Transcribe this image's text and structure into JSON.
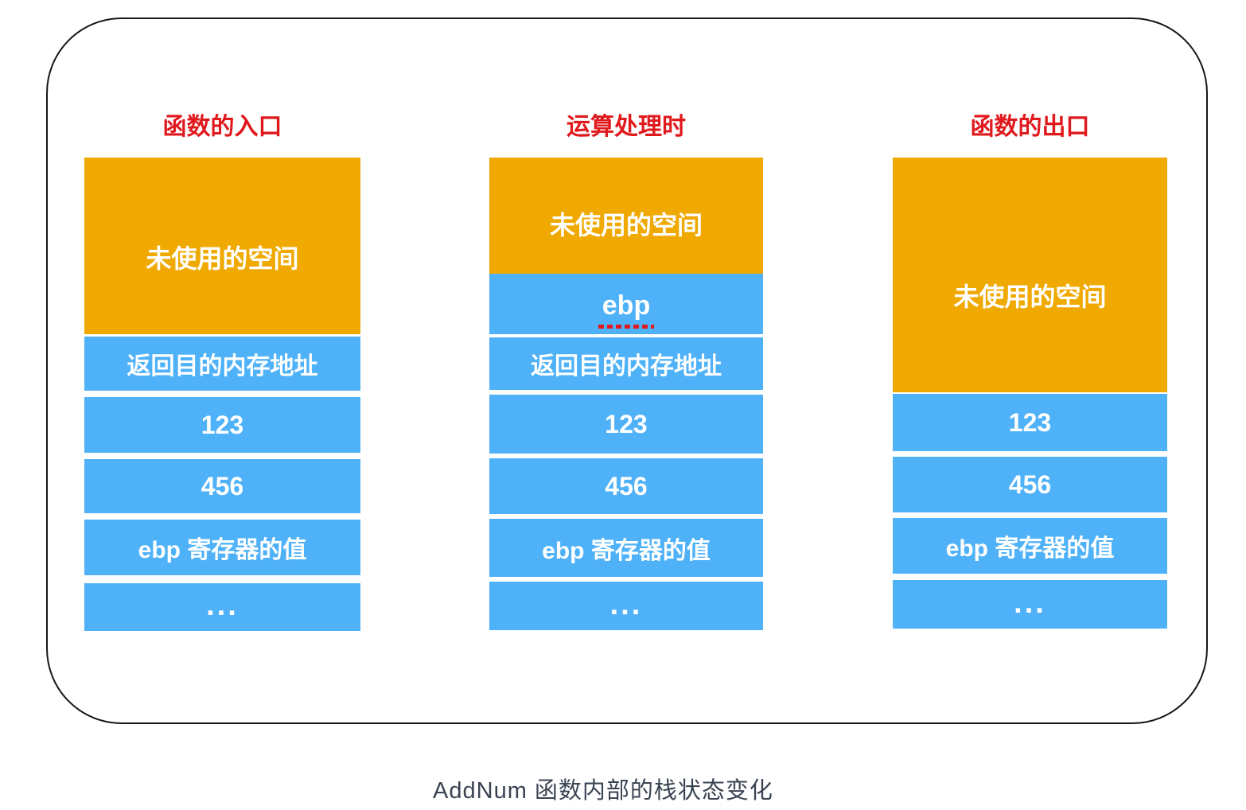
{
  "caption": "AddNum 函数内部的栈状态变化",
  "colors": {
    "orange": "#f0a900",
    "blue": "#4fb2f8",
    "red": "#e0191d",
    "caption": "#3a4453"
  },
  "columns": [
    {
      "title": "函数的入口",
      "cells": [
        {
          "label": "未使用的空间"
        },
        {
          "label": "返回目的内存地址"
        },
        {
          "label": "123"
        },
        {
          "label": "456"
        },
        {
          "label": "ebp 寄存器的值"
        },
        {
          "label": "..."
        }
      ]
    },
    {
      "title": "运算处理时",
      "cells": [
        {
          "label": "未使用的空间"
        },
        {
          "label": "ebp"
        },
        {
          "label": "返回目的内存地址"
        },
        {
          "label": "123"
        },
        {
          "label": "456"
        },
        {
          "label": "ebp 寄存器的值"
        },
        {
          "label": "..."
        }
      ]
    },
    {
      "title": "函数的出口",
      "cells": [
        {
          "label": "未使用的空间"
        },
        {
          "label": "123"
        },
        {
          "label": "456"
        },
        {
          "label": "ebp 寄存器的值"
        },
        {
          "label": "..."
        }
      ]
    }
  ]
}
